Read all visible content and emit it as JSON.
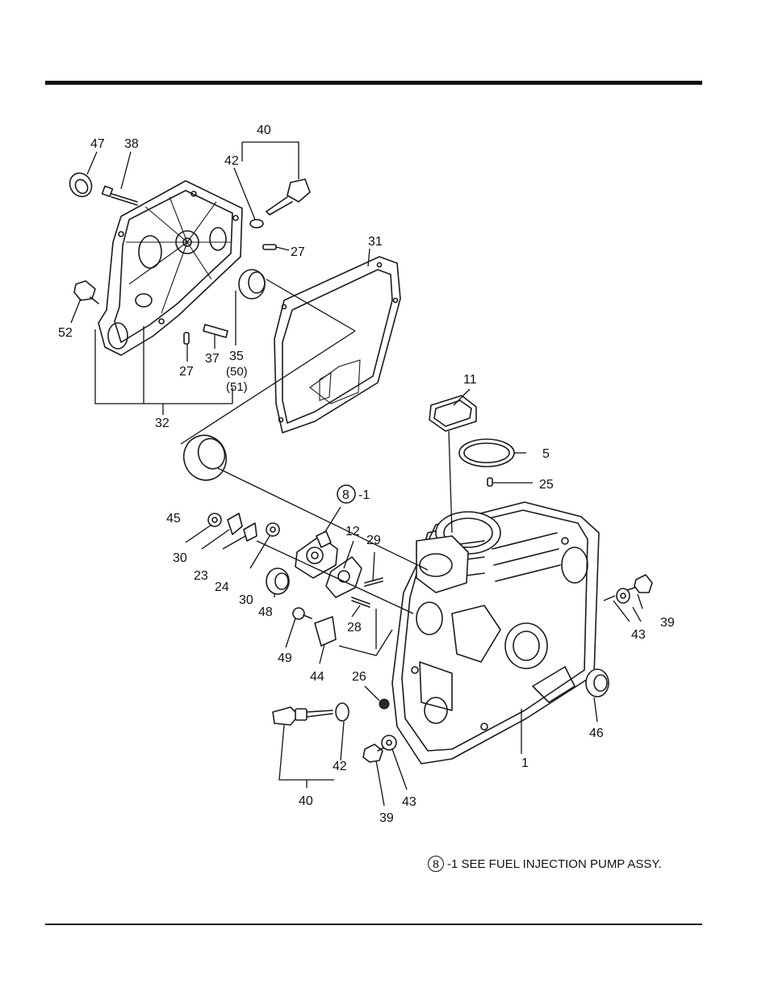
{
  "labels": {
    "l1": "1",
    "l5": "5",
    "l8ref": "8",
    "l8suffix": "-1",
    "l11": "11",
    "l12": "12",
    "l23": "23",
    "l24": "24",
    "l25": "25",
    "l26": "26",
    "l27a": "27",
    "l27b": "27",
    "l28": "28",
    "l29": "29",
    "l30a": "30",
    "l30b": "30",
    "l31": "31",
    "l32": "32",
    "l35": "35",
    "l35b": "(50)",
    "l35c": "(51)",
    "l37": "37",
    "l38": "38",
    "l39a": "39",
    "l39b": "39",
    "l40a": "40",
    "l40b": "40",
    "l42a": "42",
    "l42b": "42",
    "l43a": "43",
    "l43b": "43",
    "l44": "44",
    "l45": "45",
    "l46": "46",
    "l47": "47",
    "l48": "48",
    "l49": "49",
    "l52": "52"
  },
  "footnote": {
    "ref": "8",
    "text": "-1 SEE FUEL INJECTION PUMP ASSY."
  }
}
